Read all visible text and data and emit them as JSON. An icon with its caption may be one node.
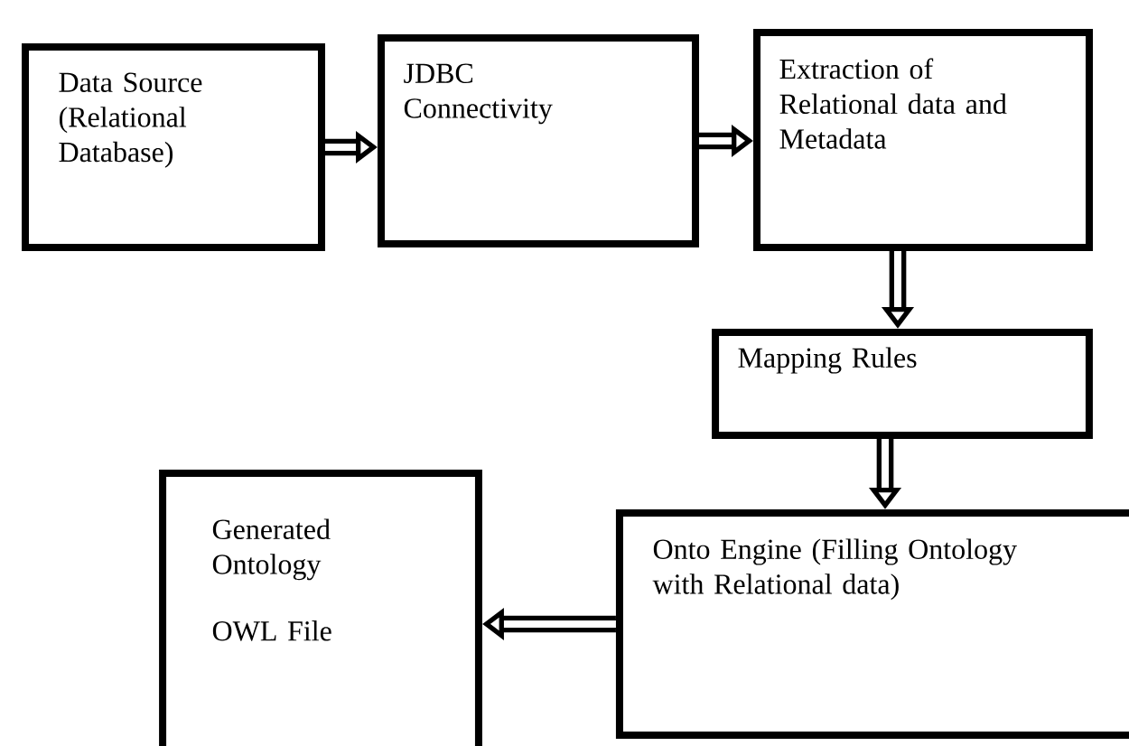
{
  "diagram": {
    "nodes": [
      {
        "text": [
          "Data Source (Relational Database)"
        ]
      },
      {
        "text": [
          "JDBC Connectivity"
        ]
      },
      {
        "text": [
          "Extraction of Relational data and Metadata"
        ]
      },
      {
        "text": [
          "Mapping Rules"
        ]
      },
      {
        "text": [
          "Onto Engine (Filling Ontology with Relational data)"
        ]
      },
      {
        "text": [
          "Generated Ontology",
          "OWL File"
        ]
      }
    ],
    "edges": [
      {
        "from": 0,
        "to": 1,
        "arrow": "to"
      },
      {
        "from": 1,
        "to": 2,
        "arrow": "to"
      },
      {
        "from": 2,
        "to": 3,
        "arrow": "to"
      },
      {
        "from": 3,
        "to": 4,
        "arrow": "to"
      },
      {
        "from": 4,
        "to": 5,
        "arrow": "to"
      }
    ]
  }
}
